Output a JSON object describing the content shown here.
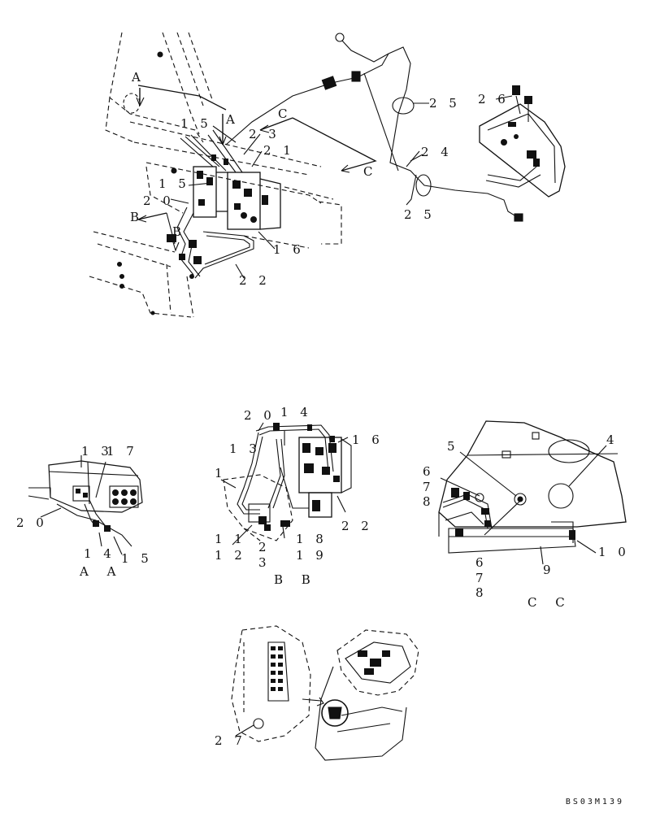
{
  "callouts": {
    "top": {
      "c25a": "2 5",
      "c26": "2 6",
      "c24": "2 4",
      "c25b": "2 5",
      "c15a": "1 5",
      "c23": "2 3",
      "c21": "2 1",
      "c15b": "1 5",
      "c20": "2 0",
      "c16": "1 6",
      "c22": "2 2",
      "secA1": "A",
      "secA2": "A",
      "secC1": "C",
      "secC2": "C",
      "secB1": "B",
      "secB2": "B"
    },
    "aa": {
      "c13": "1 3",
      "c17": "1 7",
      "c20": "2 0",
      "c14": "1 4",
      "c15": "1 5"
    },
    "bb": {
      "c20": "2 0",
      "c14": "1 4",
      "c13": "1 3",
      "c16": "1 6",
      "c1": "1",
      "c11": "1 1",
      "c12": "1 2",
      "c2": "2",
      "c3": "3",
      "c18": "1 8",
      "c19": "1 9",
      "c22": "2 2"
    },
    "cc": {
      "c5": "5",
      "c4": "4",
      "c6a": "6",
      "c7a": "7",
      "c8a": "8",
      "c10": "1 0",
      "c9": "9",
      "c6b": "6",
      "c7b": "7",
      "c8b": "8"
    },
    "bottom": {
      "c27": "2 7"
    }
  },
  "views": {
    "aa": "A A",
    "bb": "B B",
    "cc": "C C"
  },
  "drawing_code": "BS03M139"
}
